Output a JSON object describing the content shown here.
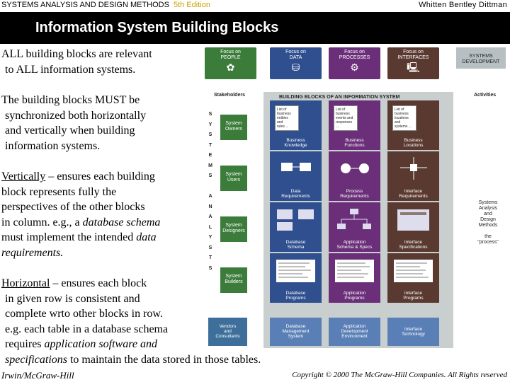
{
  "header": {
    "course": "SYSTEMS ANALYSIS AND DESIGN METHODS",
    "edition": "5th Edition",
    "authors": "Whitten   Bentley   Dittman"
  },
  "slide_title": "Information System Building Blocks",
  "body": {
    "p1": [
      "ALL building blocks are relevant",
      "to ALL information systems."
    ],
    "p2": [
      "The building blocks MUST be",
      "synchronized both horizontally",
      "and vertically when building",
      "information systems."
    ],
    "p3": {
      "lead": "Vertically",
      "lines": [
        " – ensures each building",
        "block represents fully the",
        "perspectives of the other blocks",
        "in column. e.g., a ",
        "database schema",
        "must implement the intended ",
        "data",
        "requirements."
      ]
    },
    "p4": {
      "lead": "Horizontal",
      "lines": [
        " – ensures each block",
        "in given row is consistent and",
        "complete wrto other blocks in row.",
        "e.g. each table in a database schema",
        "requires ",
        "application software and",
        "specifications",
        " to maintain the data stored in those tables."
      ]
    }
  },
  "figure": {
    "focus": [
      "Focus on\nPEOPLE",
      "Focus on\nDATA",
      "Focus on\nPROCESSES",
      "Focus on\nINTERFACES"
    ],
    "systems_development": "SYSTEMS\nDEVELOPMENT",
    "stakeholders": "Stakeholders",
    "building_blocks": "BUILDING BLOCKS OF AN INFORMATION SYSTEM",
    "activities": "Activities",
    "letters": [
      "S",
      "Y",
      "S",
      "T",
      "E",
      "M",
      "S",
      "",
      "A",
      "N",
      "A",
      "L",
      "Y",
      "S",
      "T",
      "S"
    ],
    "rows": [
      "System\nOwners",
      "System\nUsers",
      "System\nDesigners",
      "System\nBuilders"
    ],
    "blocks": [
      [
        "Business\nKnowledge",
        "Business\nFunctions",
        "Business\nLocations"
      ],
      [
        "Data\nRequirements",
        "Process\nRequirements",
        "Interface\nRequirements"
      ],
      [
        "Database\nSchema",
        "Application\nSchema & Specs",
        "Interface\nSpecifications"
      ],
      [
        "Database\nPrograms",
        "Application\nPrograms",
        "Interface\nPrograms"
      ]
    ],
    "knowledge_notes": [
      "List of\nbusiness\nentities\nand\nrules ...",
      "List of\nbusiness\nevents and\nresponses\n...",
      "List of\nbusiness\nlocations\nand\nsystems ..."
    ],
    "side": "Systems\nAnalysis\nand\nDesign\nMethods\n\nthe\n\"process\"",
    "vendors": "Vendors\nand\nConsultants",
    "bottom": [
      "Database\nManagement\nSystem",
      "Application\nDevelopment\nEnvironment",
      "Interface\nTechnology"
    ]
  },
  "footer": {
    "left": "Irwin/McGraw-Hill",
    "right": "Copyright © 2000 The McGraw-Hill Companies. All Rights reserved"
  },
  "colors": {
    "people": "#3c7c3a",
    "data": "#2f4f8f",
    "processes": "#6b2f7a",
    "interfaces": "#5a3a30",
    "pane": "#c9cfcf"
  }
}
